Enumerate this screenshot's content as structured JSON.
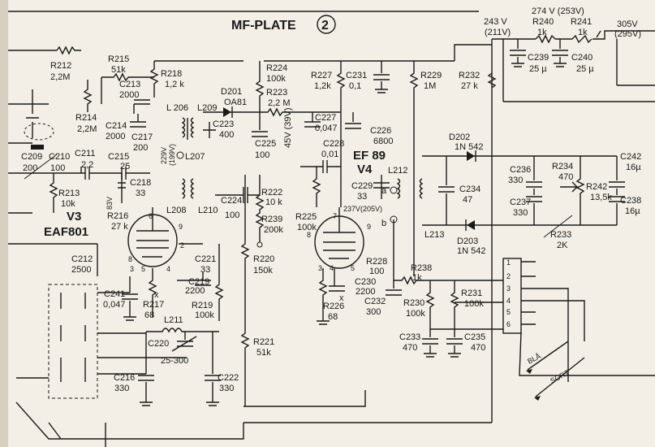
{
  "title": "MF-PLATE",
  "title_num": "2",
  "tubes": {
    "v3_id": "V3",
    "v3_type": "EAF801",
    "v4_type": "EF 89",
    "v4_id": "V4"
  },
  "diodes": {
    "d201": "D201",
    "d201_type": "OA81",
    "d202": "D202",
    "d202_type": "1N 542",
    "d203": "D203",
    "d203_type": "1N 542"
  },
  "supply": {
    "v243": "243 V",
    "v211": "(211V)",
    "v274": "274 V (253V)",
    "v305": "305V",
    "v295": "(295V)",
    "v229": "229V",
    "v199": "(199V)",
    "v45": "45V (39V)",
    "v237": "237V(205V)",
    "v83": "83V"
  },
  "resistors": {
    "r212": "R212",
    "r212v": "2,2M",
    "r214": "R214",
    "r214v": "2,2M",
    "r215": "R215",
    "r215v": "51k",
    "r218": "R218",
    "r218v": "1,2 k",
    "r224": "R224",
    "r224v": "100k",
    "r223": "R223",
    "r223v": "2,2 M",
    "r227": "R227",
    "r227v": "1,2k",
    "r229": "R229",
    "r229v": "1M",
    "r232": "R232",
    "r232v": "27 k",
    "r240": "R240",
    "r240v": "1k",
    "r241": "R241",
    "r241v": "1k",
    "r213": "R213",
    "r213v": "10k",
    "r216": "R216",
    "r216v": "27 k",
    "r222": "R222",
    "r222v": "10 k",
    "r239": "R239",
    "r239v": "200k",
    "r220": "R220",
    "r220v": "150k",
    "r217": "R217",
    "r217v": "68",
    "r219": "R219",
    "r219v": "100k",
    "r221": "R221",
    "r221v": "51k",
    "r225": "R225",
    "r225v": "100k",
    "r226": "R226",
    "r226v": "68",
    "r228": "R228",
    "r228v": "100",
    "r238": "R238",
    "r238v": "1k",
    "r230": "R230",
    "r230v": "100k",
    "r231": "R231",
    "r231v": "100k",
    "r234": "R234",
    "r234v": "470",
    "r242": "R242",
    "r242v": "13,5k",
    "r233": "R233",
    "r233v": "2K"
  },
  "capacitors": {
    "c213": "C213",
    "c213v": "2000",
    "c214": "C214",
    "c214v": "2000",
    "c217": "C217",
    "c217v": "200",
    "c223": "C223",
    "c223v": "400",
    "c225": "C225",
    "c225v": "100",
    "c227": "C227",
    "c227v": "0,047",
    "c231": "C231",
    "c231v": "0,1",
    "c226": "C226",
    "c226v": "6800",
    "c228": "C228",
    "c228v": "0,01",
    "c229": "C229",
    "c229v": "33",
    "c239": "C239",
    "c239v": "25 µ",
    "c240": "C240",
    "c240v": "25 µ",
    "c209": "C209",
    "c209v": "200",
    "c210": "C210",
    "c210v": "100",
    "c211": "C211",
    "c211v": "2,2",
    "c215": "C215",
    "c215v": "25",
    "c218": "C218",
    "c218v": "33",
    "c224": "C224",
    "c224v": "100",
    "c212": "C212",
    "c212v": "2500",
    "c241": "C241",
    "c241v": "0,047",
    "c221": "C221",
    "c221v": "33",
    "c219": "C219",
    "c219v": "2200",
    "c220": "C220",
    "c220v": "25-300",
    "c216": "C216",
    "c216v": "330",
    "c222": "C222",
    "c222v": "330",
    "c230": "C230",
    "c230v": "2200",
    "c232": "C232",
    "c232v": "300",
    "c233": "C233",
    "c233v": "470",
    "c235": "C235",
    "c235v": "470",
    "c234": "C234",
    "c234v": "47",
    "c236": "C236",
    "c236v": "330",
    "c237": "C237",
    "c237v": "330",
    "c242": "C242",
    "c242v": "16µ",
    "c238": "C238",
    "c238v": "16µ"
  },
  "inductors": {
    "l206": "L 206",
    "l209": "L209",
    "l207": "L207",
    "l208": "L208",
    "l210": "L210",
    "l211": "L211",
    "l212": "L212",
    "l213": "L213"
  },
  "pins": {
    "p1": "1",
    "p2": "2",
    "p3": "3",
    "p4": "4",
    "p5": "5",
    "p6": "6",
    "p7": "7",
    "p8": "8",
    "p9": "9"
  },
  "connector": [
    "1",
    "2",
    "3",
    "4",
    "5",
    "6"
  ],
  "tags": {
    "a": "a",
    "b": "b",
    "x1": "x",
    "x2": "x"
  },
  "outputs": {
    "bla": "BLÅ",
    "sort": "SORT"
  }
}
